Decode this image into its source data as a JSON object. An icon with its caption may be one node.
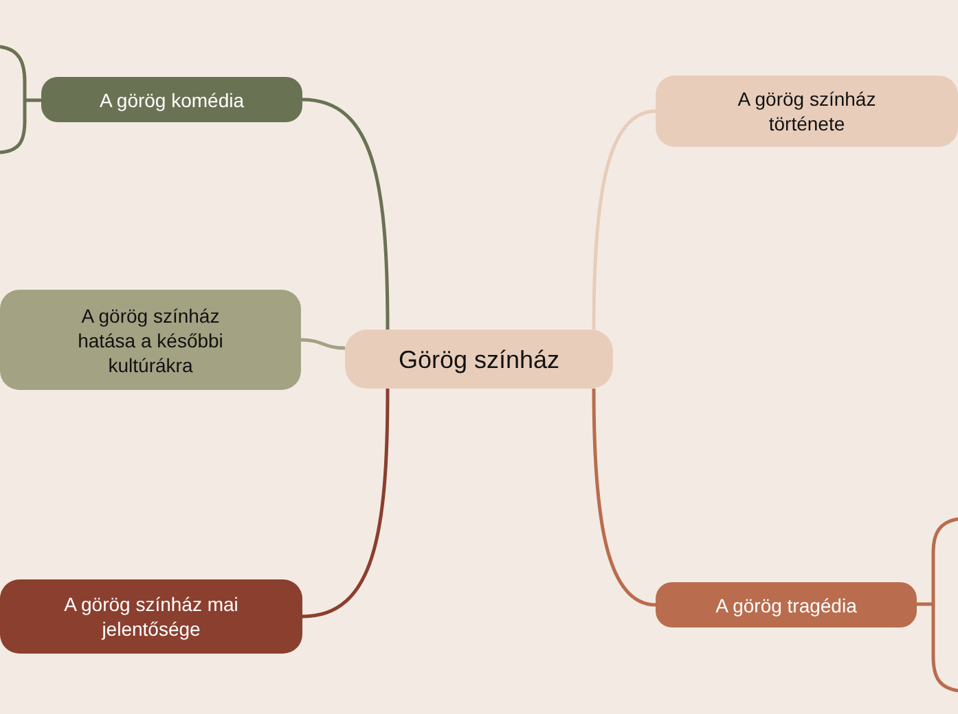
{
  "diagram": {
    "nodes": [
      {
        "text": [
          "Görög színház"
        ]
      },
      {
        "text": [
          "A görög komédia"
        ]
      },
      {
        "text": [
          "A görög színház hatása a későbbi kultúrákra"
        ]
      },
      {
        "text": [
          "A görög színház mai jelentősége"
        ]
      },
      {
        "text": [
          "A görög színház története"
        ]
      },
      {
        "text": [
          "A görög tragédia"
        ]
      }
    ],
    "edges": [
      {
        "from": 0,
        "to": 1,
        "arrow": "none",
        "color": "#6a7254"
      },
      {
        "from": 0,
        "to": 2,
        "arrow": "none",
        "color": "#a3a283"
      },
      {
        "from": 0,
        "to": 3,
        "arrow": "none",
        "color": "#8b3f2f"
      },
      {
        "from": 0,
        "to": 4,
        "arrow": "none",
        "color": "#e8cdbb"
      },
      {
        "from": 0,
        "to": 5,
        "arrow": "none",
        "color": "#b96d4e"
      }
    ]
  }
}
